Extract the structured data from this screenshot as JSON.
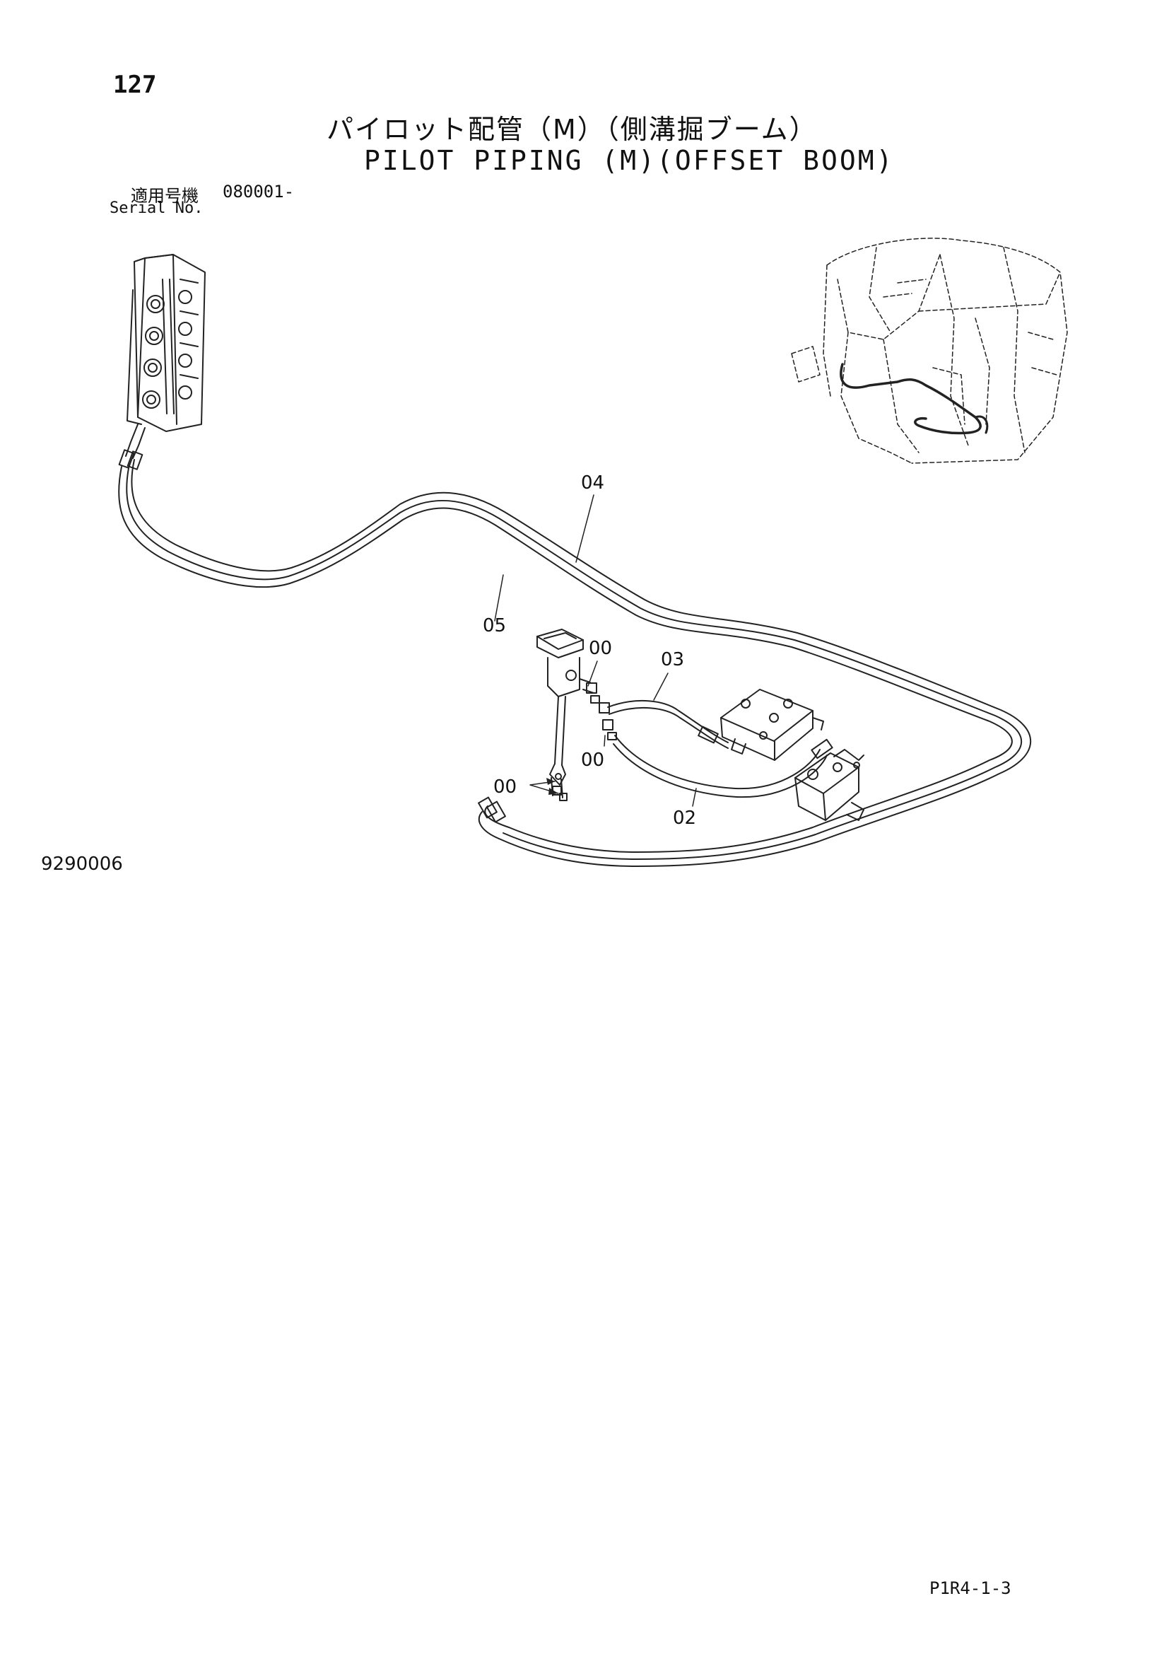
{
  "header": {
    "page_number": "127",
    "title_jp": "パイロット配管（M）（側溝掘ブーム）",
    "title_en": "PILOT PIPING (M)(OFFSET BOOM)",
    "serial_label_jp": "適用号機",
    "serial_value": "080001-",
    "serial_label_en": "Serial No."
  },
  "callouts": {
    "c04": "04",
    "c05": "05",
    "c00_top": "00",
    "c03": "03",
    "c00_mid": "00",
    "c00_low": "00",
    "c02": "02"
  },
  "footer": {
    "figure_number": "9290006",
    "page_reference": "P1R4-1-3"
  }
}
